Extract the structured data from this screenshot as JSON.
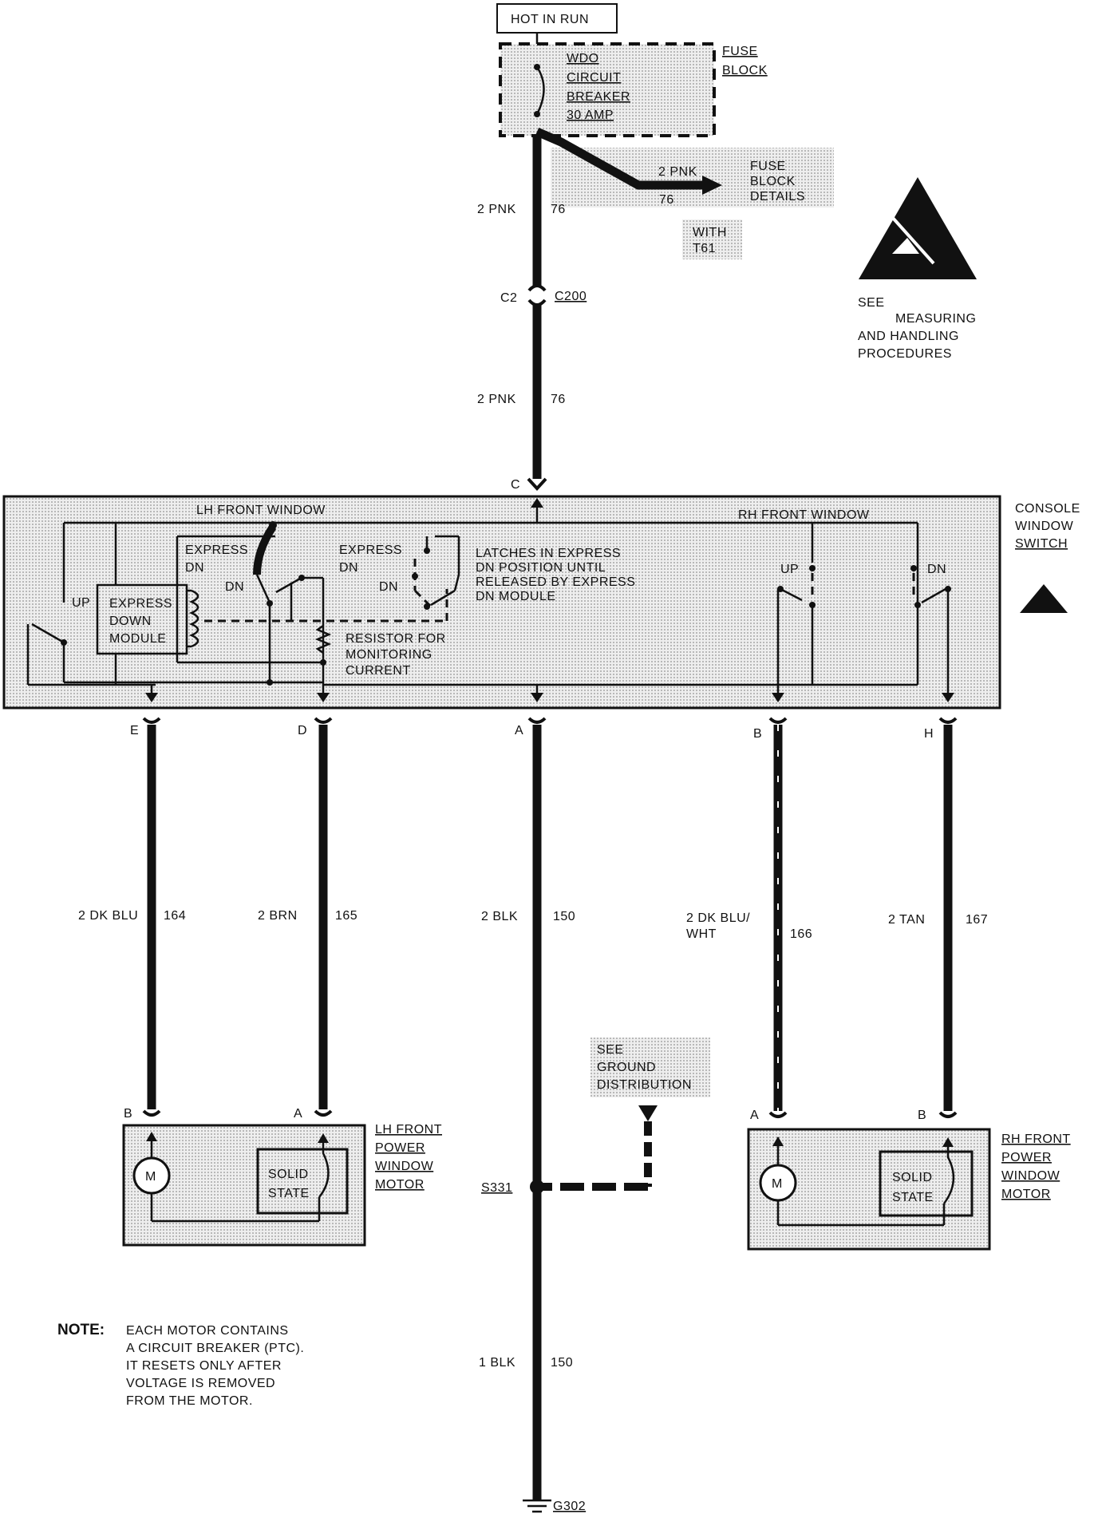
{
  "power": {
    "hot_in_run": "HOT IN RUN"
  },
  "fuse_block": {
    "label_line1": "FUSE",
    "label_line2": "BLOCK",
    "breaker_line1": "WDO",
    "breaker_line2": "CIRCUIT",
    "breaker_line3": "BREAKER",
    "breaker_line4": "30 AMP",
    "details_wire": "2 PNK",
    "details_circuit": "76",
    "details_line1": "FUSE",
    "details_line2": "BLOCK",
    "details_line3": "DETAILS",
    "option_line1": "WITH",
    "option_line2": "T61"
  },
  "esd": {
    "line1": "SEE",
    "line2": "MEASURING",
    "line3": "AND HANDLING",
    "line4": "PROCEDURES"
  },
  "feed": {
    "upper_wire": "2 PNK",
    "upper_circuit": "76",
    "connector_pin": "C2",
    "connector_name": "C200",
    "lower_wire": "2 PNK",
    "lower_circuit": "76",
    "switch_pin": "C"
  },
  "console_switch": {
    "label_line1": "CONSOLE",
    "label_line2": "WINDOW",
    "label_line3": "SWITCH",
    "lh_title": "LH FRONT WINDOW",
    "rh_title": "RH FRONT WINDOW",
    "express_dn_1a": "EXPRESS",
    "express_dn_1b": "DN",
    "express_dn_2a": "EXPRESS",
    "express_dn_2b": "DN",
    "dn_1": "DN",
    "dn_2": "DN",
    "up_lh": "UP",
    "module_line1": "EXPRESS",
    "module_line2": "DOWN",
    "module_line3": "MODULE",
    "resistor_line1": "RESISTOR FOR",
    "resistor_line2": "MONITORING",
    "resistor_line3": "CURRENT",
    "latch_line1": "LATCHES IN EXPRESS",
    "latch_line2": "DN POSITION UNTIL",
    "latch_line3": "RELEASED BY EXPRESS",
    "latch_line4": "DN MODULE",
    "up_rh": "UP",
    "dn_rh": "DN"
  },
  "wires": {
    "e": {
      "pin": "E",
      "color": "2 DK BLU",
      "circuit": "164"
    },
    "d": {
      "pin": "D",
      "color": "2 BRN",
      "circuit": "165"
    },
    "a": {
      "pin": "A",
      "color": "2 BLK",
      "circuit": "150"
    },
    "b": {
      "pin": "B",
      "color_line1": "2 DK BLU/",
      "color_line2": "WHT",
      "circuit": "166"
    },
    "h": {
      "pin": "H",
      "color": "2 TAN",
      "circuit": "167"
    }
  },
  "lh_motor": {
    "pin_b": "B",
    "pin_a": "A",
    "motor_symbol": "M",
    "solid_line1": "SOLID",
    "solid_line2": "STATE",
    "label_line1": "LH FRONT",
    "label_line2": "POWER",
    "label_line3": "WINDOW",
    "label_line4": "MOTOR"
  },
  "rh_motor": {
    "pin_a": "A",
    "pin_b": "B",
    "motor_symbol": "M",
    "solid_line1": "SOLID",
    "solid_line2": "STATE",
    "label_line1": "RH FRONT",
    "label_line2": "POWER",
    "label_line3": "WINDOW",
    "label_line4": "MOTOR"
  },
  "ground": {
    "see_line1": "SEE",
    "see_line2": "GROUND",
    "see_line3": "DISTRIBUTION",
    "splice": "S331",
    "lower_wire": "1 BLK",
    "lower_circuit": "150",
    "ground_name": "G302"
  },
  "note": {
    "title": "NOTE:",
    "line1": "EACH MOTOR CONTAINS",
    "line2": "A CIRCUIT BREAKER (PTC).",
    "line3": "IT RESETS ONLY AFTER",
    "line4": "VOLTAGE IS REMOVED",
    "line5": "FROM THE MOTOR."
  },
  "colors": {
    "ink": "#111111",
    "shade": "#d9d9d9",
    "paper": "#ffffff"
  }
}
